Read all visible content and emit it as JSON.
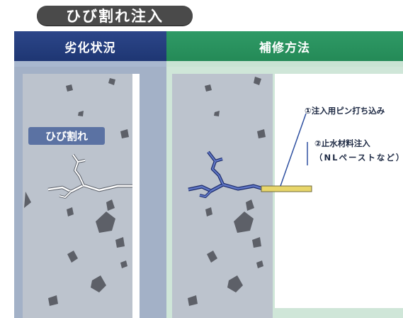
{
  "title": "ひび割れ注入",
  "columns": {
    "left_header": "劣化状況",
    "right_header": "補修方法"
  },
  "crack_label": "ひび割れ",
  "annotations": {
    "step1": "①注入用ピン打ち込み",
    "step2": "②止水材料注入",
    "step2_note": "（NLペーストなど）"
  },
  "colors": {
    "left_header": "#2c4689",
    "right_header": "#2f9a66",
    "concrete": "#bcc3cd",
    "pin": "#e8d66a",
    "crack_repaired": "#34479a"
  }
}
